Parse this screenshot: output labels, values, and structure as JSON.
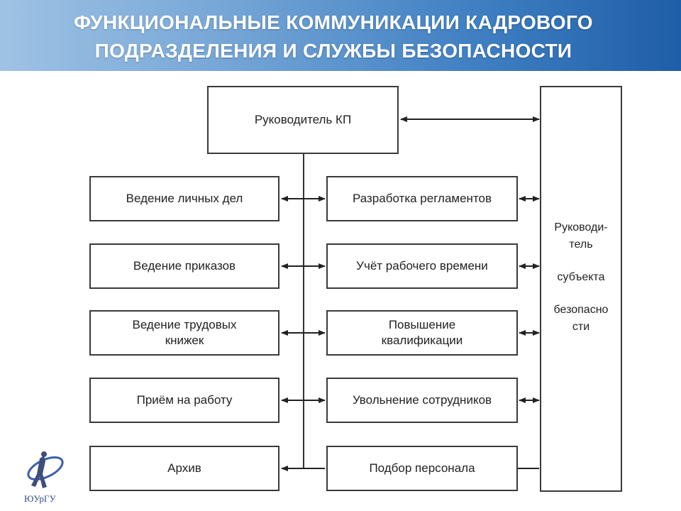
{
  "title": {
    "line1": "ФУНКЦИОНАЛЬНЫЕ КОММУНИКАЦИИ КАДРОВОГО",
    "line2": "ПОДРАЗДЕЛЕНИЯ И СЛУЖБЫ БЕЗОПАСНОСТИ"
  },
  "head_box": "Руководитель КП",
  "left_boxes": [
    {
      "line1": "Ведение личных дел",
      "line2": ""
    },
    {
      "line1": "Ведение приказов",
      "line2": ""
    },
    {
      "line1": "Ведение трудовых",
      "line2": "книжек"
    },
    {
      "line1": "Приём на работу",
      "line2": ""
    },
    {
      "line1": "Архив",
      "line2": ""
    }
  ],
  "middle_boxes": [
    {
      "line1": "Разработка регламентов",
      "line2": ""
    },
    {
      "line1": "Учёт рабочего времени",
      "line2": ""
    },
    {
      "line1": "Повышение",
      "line2": "квалификации"
    },
    {
      "line1": "Увольнение сотрудников",
      "line2": ""
    },
    {
      "line1": "Подбор персонала",
      "line2": ""
    }
  ],
  "right_box": {
    "line1": "Руководи-",
    "line2": "тель",
    "line3": "субъекта",
    "line4": "безопасно",
    "line5": "сти"
  },
  "logo_text": "ЮУрГУ",
  "colors": {
    "header_start": "#9fc2e4",
    "header_end": "#1f5ea8",
    "box_border": "#3a3a3a"
  }
}
